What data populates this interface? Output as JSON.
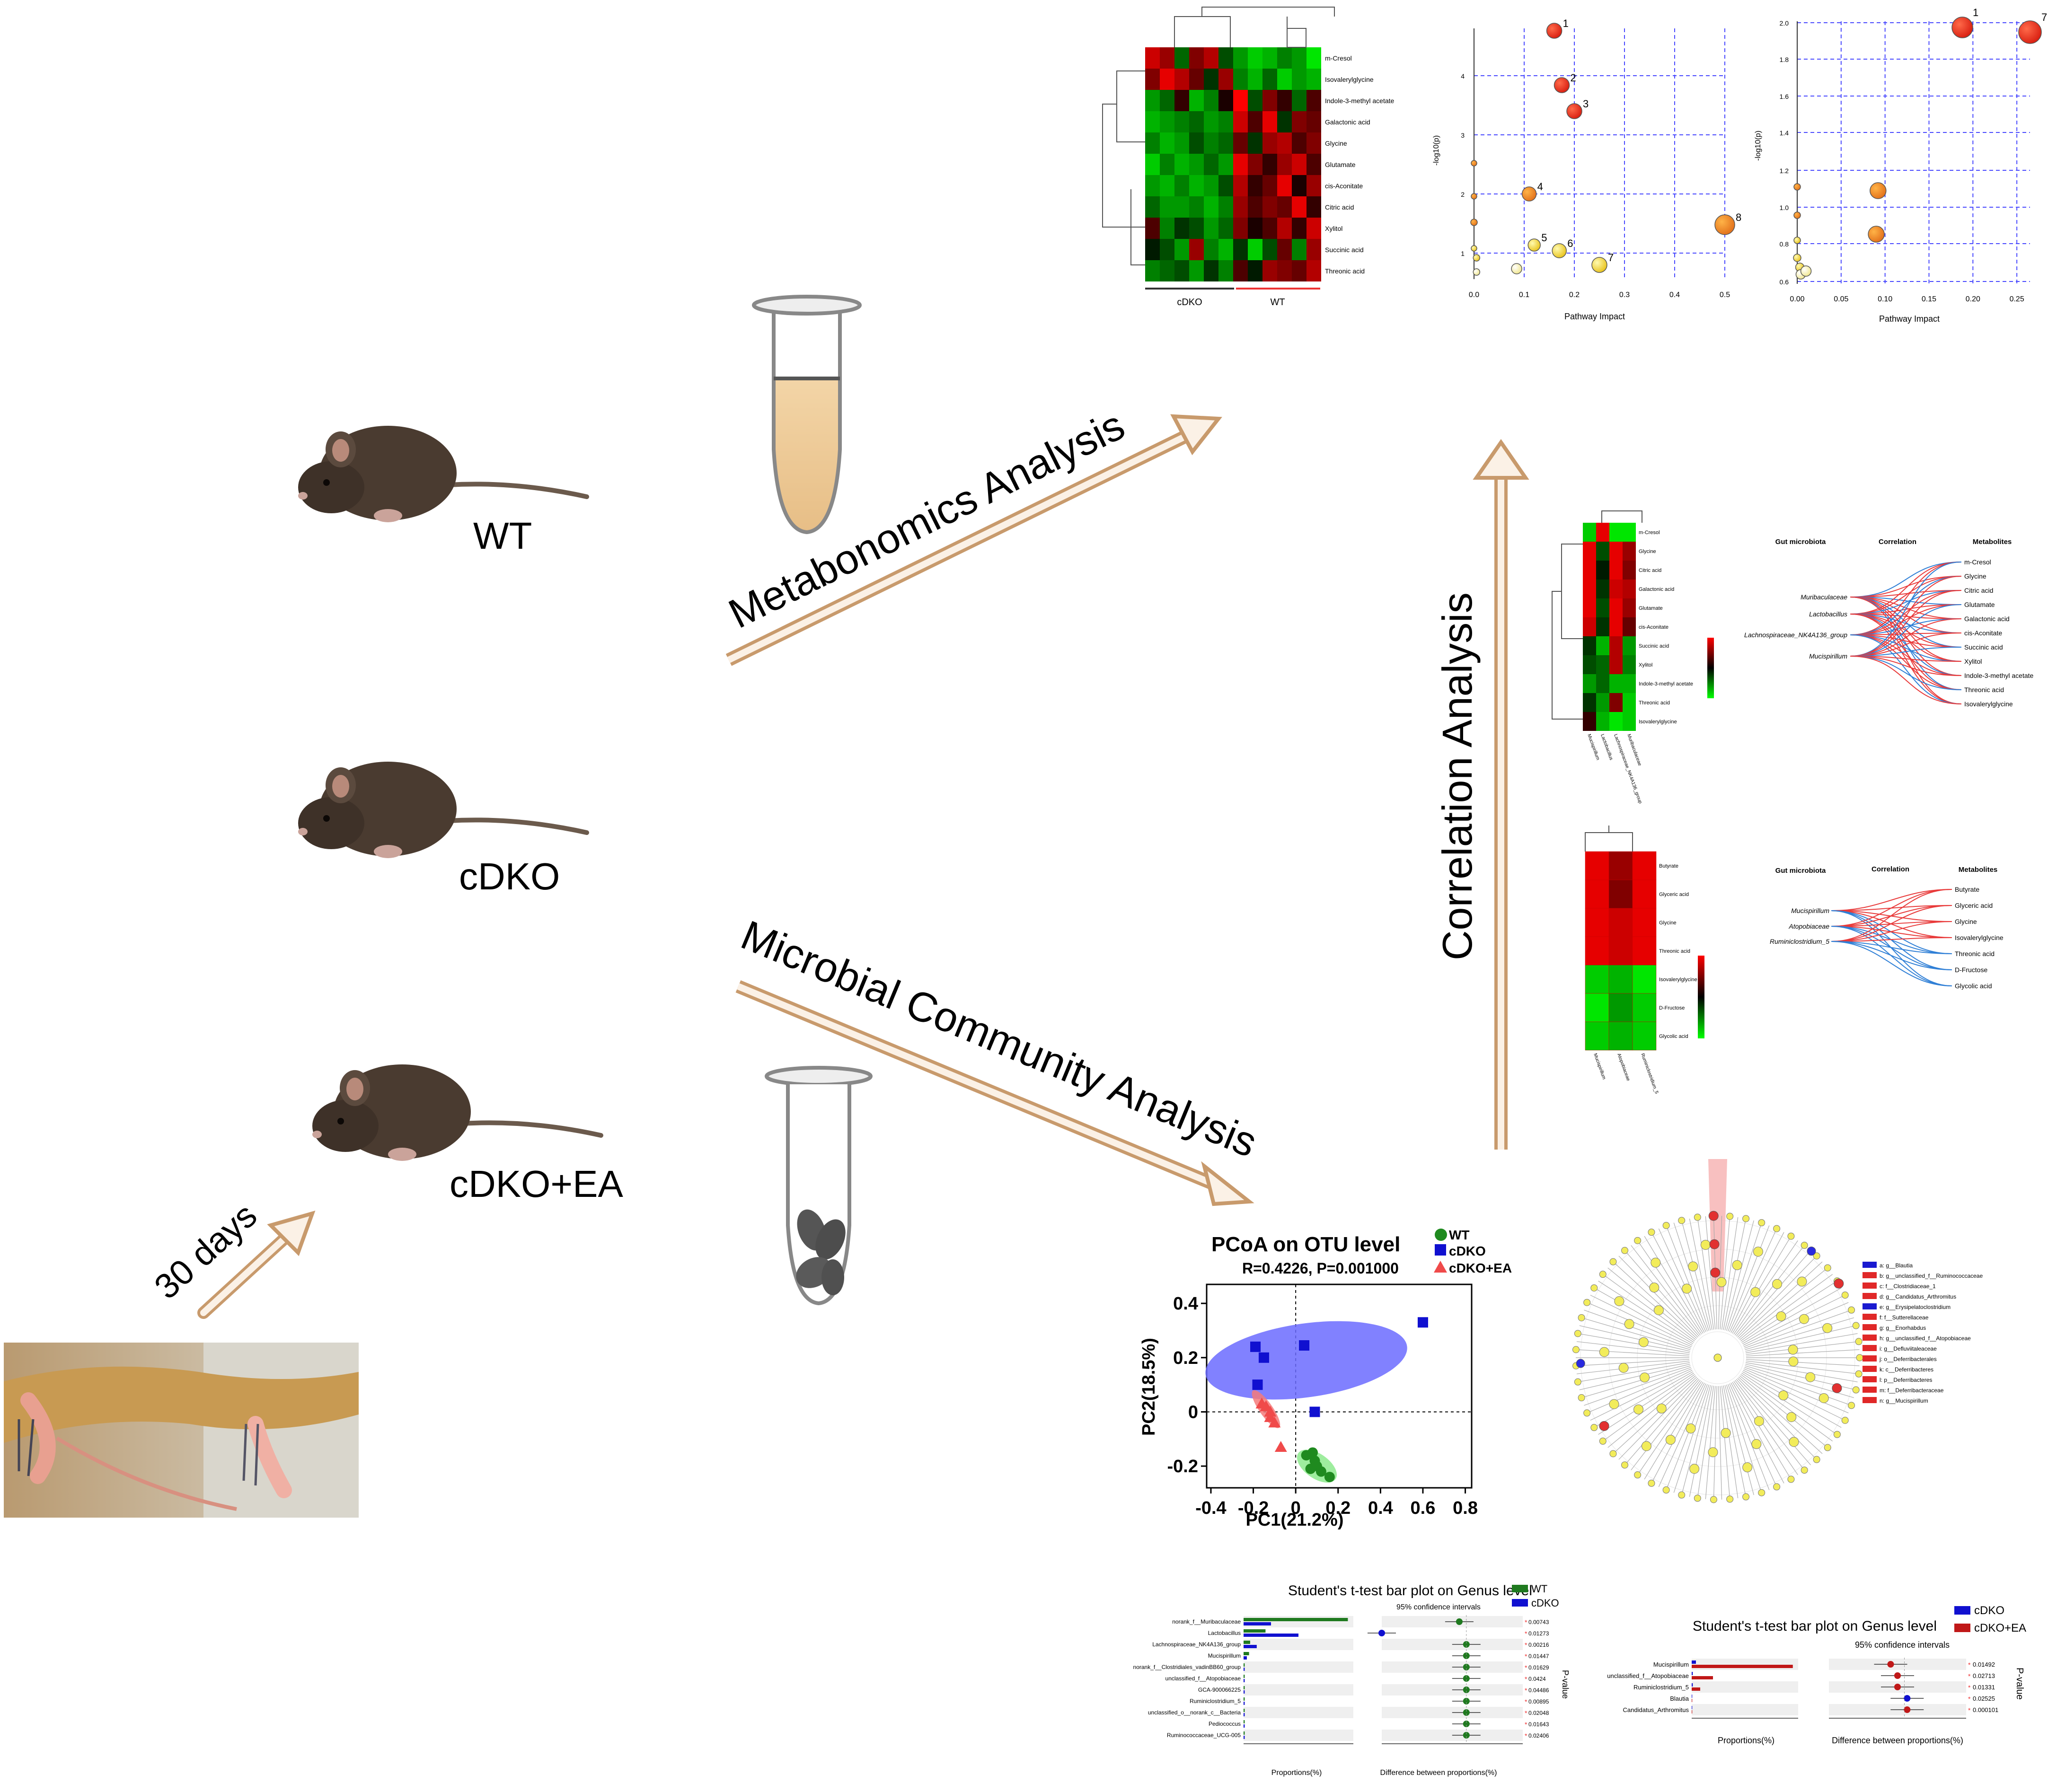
{
  "groups": {
    "wt": "WT",
    "cdko": "cDKO",
    "cdko_ea": "cDKO+EA"
  },
  "duration": "30 days",
  "arrows": {
    "metabonomics": "Metabonomics Analysis",
    "microbial": "Microbial Community Analysis",
    "correlation": "Correlation Analysis"
  },
  "heatmap1": {
    "metabolites": [
      "m-Cresol",
      "Isovalerylglycine",
      "Indole-3-methyl acetate",
      "Galactonic acid",
      "Glycine",
      "Glutamate",
      "cis-Aconitate",
      "Citric acid",
      "Xylitol",
      "Succinic acid",
      "Threonic acid"
    ],
    "group_labels": [
      "cDKO",
      "WT"
    ]
  },
  "pathway1": {
    "xlabel": "Pathway Impact",
    "ylabel": "-log10(p)",
    "xticks": [
      "0.0",
      "0.1",
      "0.2",
      "0.3",
      "0.4",
      "0.5"
    ],
    "yticks": [
      "4",
      "3",
      "2",
      "1"
    ],
    "point_labels": [
      "1",
      "2",
      "3",
      "4",
      "5",
      "6",
      "7",
      "8"
    ]
  },
  "pathway2": {
    "xlabel": "Pathway Impact",
    "ylabel": "-log10(p)",
    "xticks": [
      "0.00",
      "0.05",
      "0.10",
      "0.15",
      "0.20",
      "0.25"
    ],
    "yticks": [
      "2.0",
      "1.8",
      "1.6",
      "1.4",
      "1.2",
      "1.0",
      "0.8",
      "0.6"
    ],
    "point_labels": [
      "1",
      "7"
    ]
  },
  "corr1": {
    "rows": [
      "m-Cresol",
      "Glycine",
      "Citric acid",
      "Galactonic acid",
      "Glutamate",
      "cis-Aconitate",
      "Succinic acid",
      "Xylitol",
      "Indole-3-methyl acetate",
      "Threonic acid",
      "Isovalerylglycine"
    ],
    "cols": [
      "Mucispirillum",
      "Lactobacillus",
      "Lachnospiraceae_NK4A136_group",
      "Muribaculaceae"
    ],
    "net_headers": [
      "Gut microbiota",
      "Correlation",
      "Metabolites"
    ],
    "net_left": [
      "Muribaculaceae",
      "Lactobacillus",
      "Lachnospiraceae_NK4A136_group",
      "Mucispirillum"
    ],
    "net_right": [
      "m-Cresol",
      "Glycine",
      "Citric acid",
      "Glutamate",
      "Galactonic acid",
      "cis-Aconitate",
      "Succinic acid",
      "Xylitol",
      "Indole-3-methyl acetate",
      "Threonic acid",
      "Isovalerylglycine"
    ]
  },
  "corr2": {
    "rows": [
      "Butyrate",
      "Glyceric acid",
      "Glycine",
      "Threonic acid",
      "Isovalerylglycine",
      "D-Fructose",
      "Glycolic acid"
    ],
    "cols": [
      "Mucispirillum",
      "Atopobiaceae",
      "Ruminiclostridium_5"
    ],
    "net_headers": [
      "Gut microbiota",
      "Correlation",
      "Metabolites"
    ],
    "net_left": [
      "Mucispirillum",
      "Atopobiaceae",
      "Ruminiclostridium_5"
    ],
    "net_right": [
      "Butyrate",
      "Glyceric acid",
      "Glycine",
      "Isovalerylglycine",
      "Threonic acid",
      "D-Fructose",
      "Glycolic acid"
    ]
  },
  "pcoa": {
    "title": "PCoA on OTU level",
    "stats": "R=0.4226, P=0.001000",
    "xlabel": "PC1(21.2%)",
    "ylabel": "PC2(18.5%)",
    "xticks": [
      "-0.4",
      "-0.2",
      "0",
      "0.2",
      "0.4",
      "0.6",
      "0.8"
    ],
    "yticks": [
      "0.4",
      "0.2",
      "0",
      "-0.2"
    ],
    "legend": [
      "WT",
      "cDKO",
      "cDKO+EA"
    ]
  },
  "lefse": {
    "legend": [
      "a: g__Blautia",
      "b: g__unclassified_f__Ruminococcaceae",
      "c: f__Clostridiaceae_1",
      "d: g__Candidatus_Arthromitus",
      "e: g__Erysipelatoclostridium",
      "f: f__Sutterellaceae",
      "g: g__Enorhabdus",
      "h: g__unclassified_f__Atopobiaceae",
      "i: g__Defluviitaleaceae",
      "j: o__Deferribacterales",
      "k: c__Deferribacteres",
      "l: p__Deferribacteres",
      "m: f__Deferribacteraceae",
      "n: g__Mucispirillum"
    ]
  },
  "ttest1": {
    "title": "Student's t-test bar plot on Genus level",
    "ci_label": "95% confidence intervals",
    "legend": [
      "WT",
      "cDKO"
    ],
    "genera": [
      "norank_f__Muribaculaceae",
      "Lactobacillus",
      "Lachnospiraceae_NK4A136_group",
      "Mucispirillum",
      "norank_f__Clostridiales_vadinBB60_group",
      "unclassified_f__Atopobiaceae",
      "GCA-900066225",
      "Ruminiclostridium_5",
      "unclassified_o__norank_c__Bacteria",
      "Pediococcus",
      "Ruminococcaceae_UCG-005"
    ],
    "pvalues": [
      "0.00743",
      "0.01273",
      "0.00216",
      "0.01447",
      "0.01629",
      "0.0424",
      "0.04486",
      "0.00895",
      "0.02048",
      "0.01643",
      "0.02406"
    ],
    "xlabel_left": "Proportions(%)",
    "xlabel_right": "Difference between proportions(%)",
    "pvalue_axis": "P-value"
  },
  "ttest2": {
    "title": "Student's t-test bar plot on Genus level",
    "ci_label": "95% confidence intervals",
    "legend": [
      "cDKO",
      "cDKO+EA"
    ],
    "genera": [
      "Mucispirillum",
      "unclassified_f__Atopobiaceae",
      "Ruminiclostridium_5",
      "Blautia",
      "Candidatus_Arthromitus"
    ],
    "pvalues": [
      "0.01492",
      "0.02713",
      "0.01331",
      "0.02525",
      "0.000101"
    ],
    "xlabel_left": "Proportions(%)",
    "xlabel_right": "Difference between proportions(%)",
    "pvalue_axis": "P-value"
  }
}
